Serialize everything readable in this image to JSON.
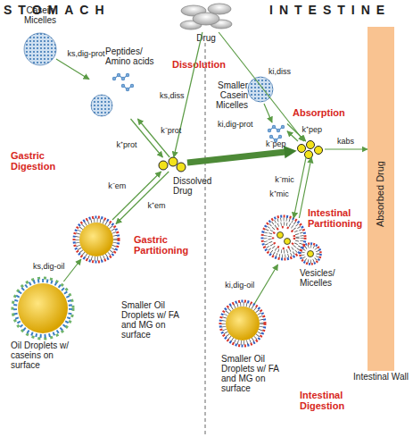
{
  "diagram": {
    "nodes": [
      {
        "text": [
          "Drug"
        ]
      },
      {
        "text": [
          "Casein Micelles"
        ]
      },
      {
        "text": [
          "Peptides/ Amino acids"
        ]
      },
      {
        "text": [
          "Dissolved Drug"
        ]
      },
      {
        "text": [
          "Smaller Oil Droplets w/ FA and MG on surface"
        ]
      },
      {
        "text": [
          "Oil Droplets w/ caseins on surface"
        ]
      },
      {
        "text": [
          "Smaller Casein Micelles"
        ]
      },
      {
        "text": [
          "Absorption"
        ]
      },
      {
        "text": [
          "Absorbed Drug",
          "Intestinal Wall"
        ]
      },
      {
        "text": [
          "Vesicles/ Micelles"
        ]
      },
      {
        "text": [
          "Smaller Oil Droplets w/ FA and MG on surface"
        ]
      }
    ],
    "edges": [
      {
        "from": 0,
        "to": 3,
        "label": "ks,diss",
        "arrow": "to"
      },
      {
        "from": 0,
        "to": 7,
        "label": "ki,diss",
        "arrow": "to"
      },
      {
        "from": 1,
        "to": 2,
        "label": "ks,dig-prot",
        "arrow": "to"
      },
      {
        "from": 2,
        "to": 3,
        "label": "k⁺prot",
        "arrow": "to"
      },
      {
        "from": 3,
        "to": 2,
        "label": "k⁻prot",
        "arrow": "to"
      },
      {
        "from": 3,
        "to": 4,
        "label": "k⁺em",
        "arrow": "to"
      },
      {
        "from": 4,
        "to": 3,
        "label": "k⁻em",
        "arrow": "to"
      },
      {
        "from": 5,
        "to": 4,
        "label": "ks,dig-oil",
        "arrow": "to"
      },
      {
        "from": 3,
        "to": 7,
        "arrow": "to"
      },
      {
        "from": 6,
        "to": 7,
        "label": "k⁺pep",
        "arrow": "to"
      },
      {
        "from": 7,
        "to": 6,
        "label": "k⁻pep",
        "arrow": "to"
      },
      {
        "from": 7,
        "to": 8,
        "label": "kabs",
        "arrow": "to"
      },
      {
        "from": 7,
        "to": 9,
        "label": "k⁺mic",
        "arrow": "to"
      },
      {
        "from": 9,
        "to": 7,
        "label": "k⁻mic",
        "arrow": "to"
      },
      {
        "from": 10,
        "to": 9,
        "label": "ki,dig-oil",
        "arrow": "to"
      }
    ],
    "labels": [
      "STOMACH",
      "INTESTINE",
      "Dissolution",
      "Gastric Digestion",
      "Gastric Partitioning",
      "ki,dig-prot",
      "Intestinal Partitioning",
      "Intestinal Digestion"
    ]
  }
}
